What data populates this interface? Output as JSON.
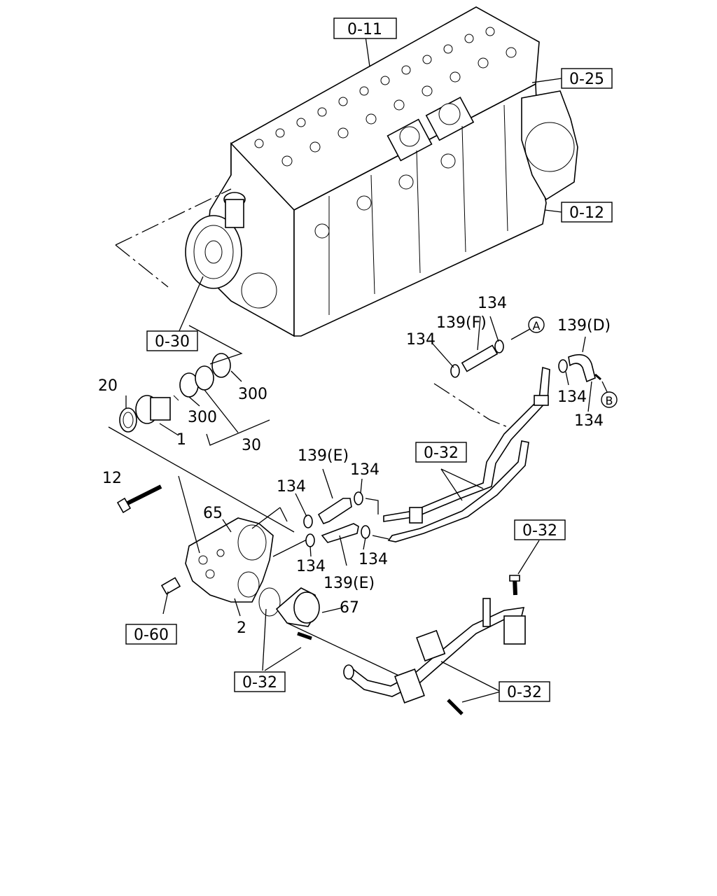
{
  "callouts": {
    "ref_0_11": "0-11",
    "ref_0_25": "0-25",
    "ref_0_12": "0-12",
    "ref_0_30": "0-30",
    "ref_0_32_mid": "0-32",
    "ref_0_32_right": "0-32",
    "ref_0_60": "0-60",
    "ref_0_32_bottom_left": "0-32",
    "ref_0_32_bottom_right": "0-32"
  },
  "parts": {
    "p1": "1",
    "p2": "2",
    "p12": "12",
    "p20": "20",
    "p30": "30",
    "p300_a": "300",
    "p300_b": "300",
    "p65": "65",
    "p67": "67",
    "p134_a": "134",
    "p134_b": "134",
    "p134_c": "134",
    "p134_d": "134",
    "p134_e": "134",
    "p134_f": "134",
    "p134_g": "134",
    "p134_h": "134",
    "p139f": "139(F)",
    "p139d": "139(D)",
    "p139e_a": "139(E)",
    "p139e_b": "139(E)"
  },
  "markers": {
    "a": "A",
    "b": "B"
  }
}
